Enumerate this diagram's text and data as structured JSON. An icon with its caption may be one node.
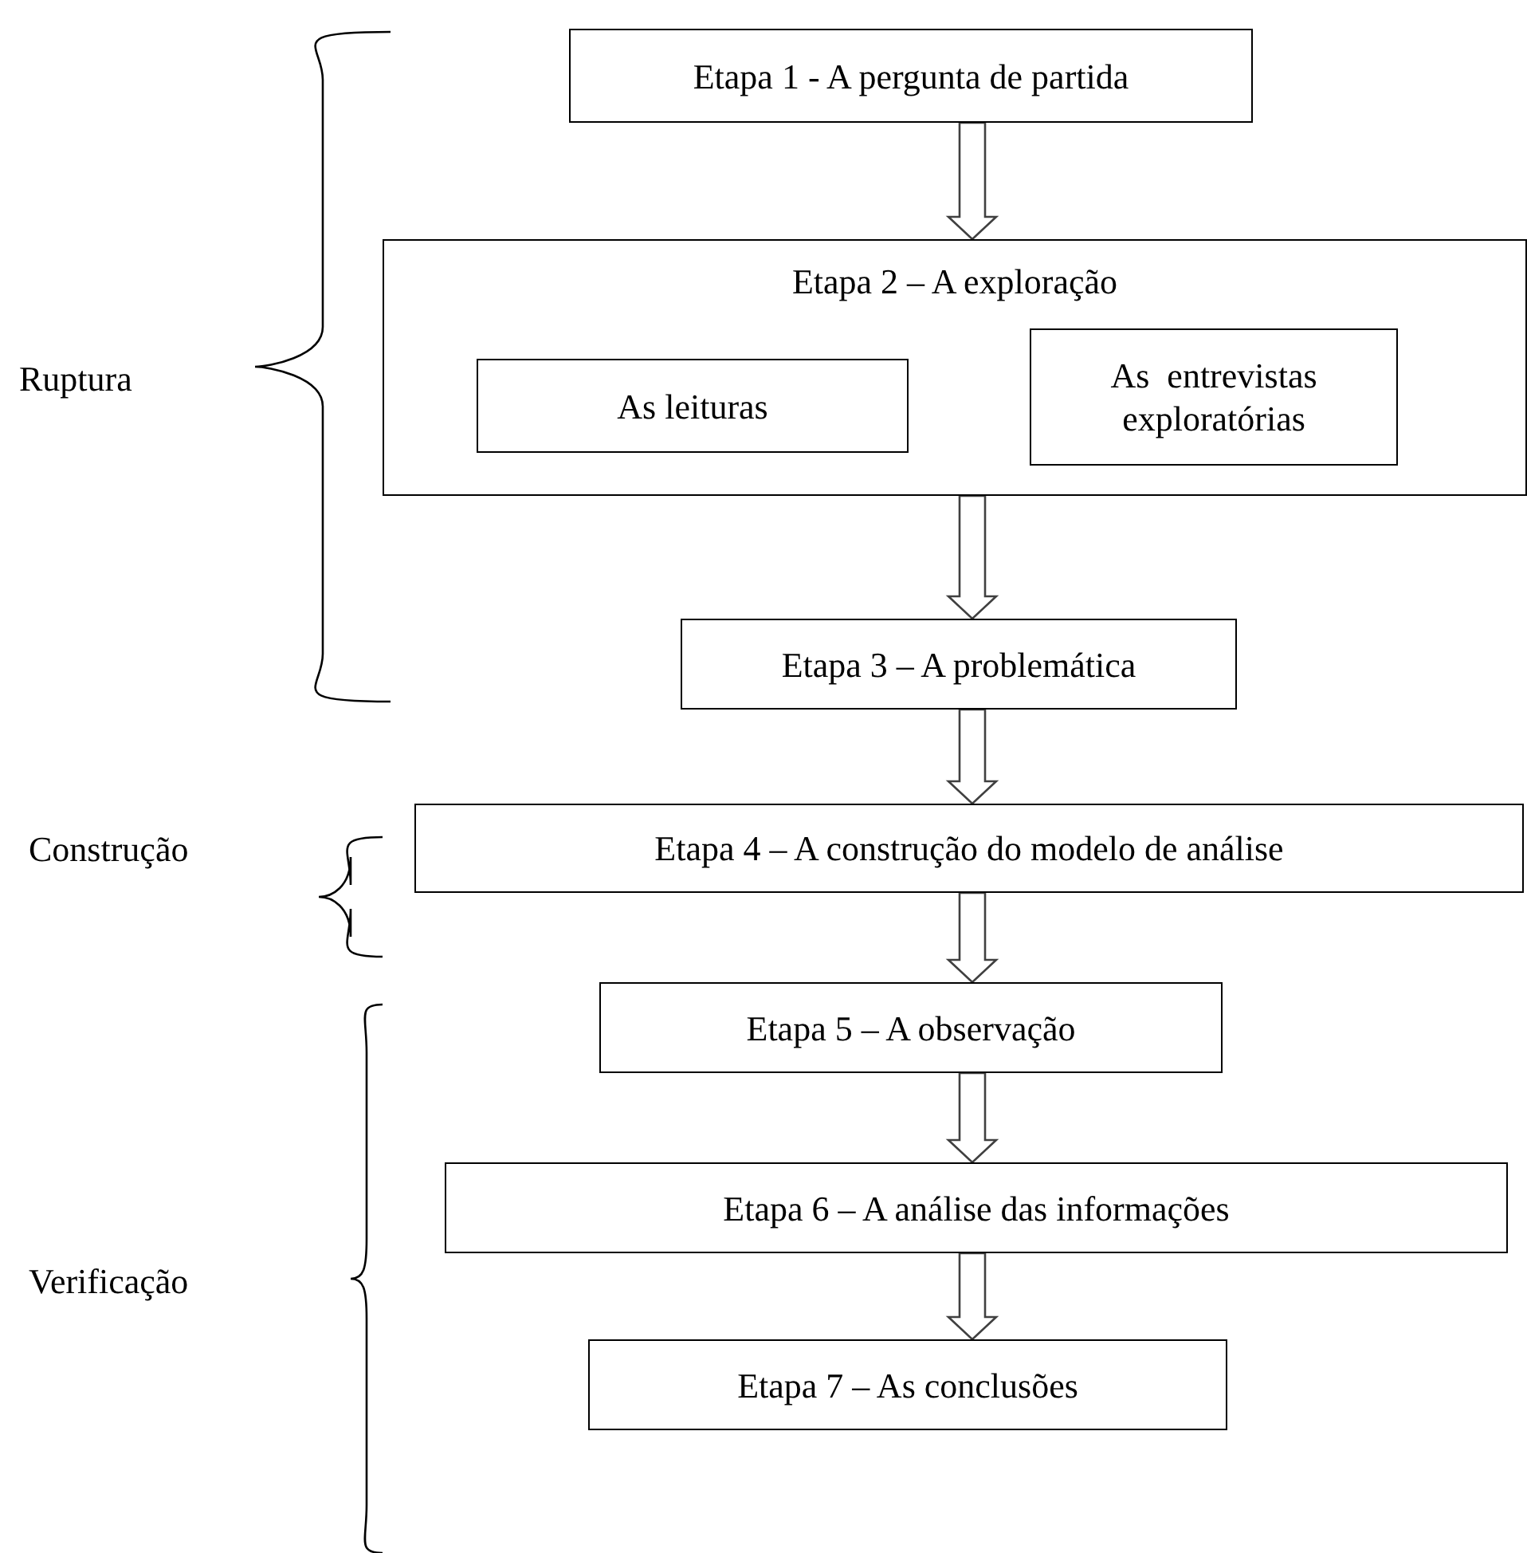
{
  "diagram": {
    "nodes": [
      {
        "text": [
          "Etapa 1 - A pergunta de partida"
        ]
      },
      {
        "text": [
          "Etapa 2 – A exploração"
        ]
      },
      {
        "text": [
          "As leituras"
        ],
        "in": 1
      },
      {
        "text": [
          "As  entrevistas exploratórias"
        ],
        "in": 1
      },
      {
        "text": [
          "Etapa 3 – A problemática"
        ]
      },
      {
        "text": [
          "Etapa 4 – A construção do modelo de análise"
        ]
      },
      {
        "text": [
          "Etapa 5 – A observação"
        ]
      },
      {
        "text": [
          "Etapa 6 – A análise das informações"
        ]
      },
      {
        "text": [
          "Etapa 7 – As conclusões"
        ]
      }
    ],
    "edges": [
      {
        "from": 0,
        "to": 1,
        "arrow": "to"
      },
      {
        "from": 1,
        "to": 4,
        "arrow": "to"
      },
      {
        "from": 4,
        "to": 5,
        "arrow": "to"
      },
      {
        "from": 5,
        "to": 6,
        "arrow": "to"
      },
      {
        "from": 6,
        "to": 7,
        "arrow": "to"
      },
      {
        "from": 7,
        "to": 8,
        "arrow": "to"
      }
    ],
    "labels": [
      "Ruptura",
      "Construção",
      "Verificação"
    ]
  }
}
